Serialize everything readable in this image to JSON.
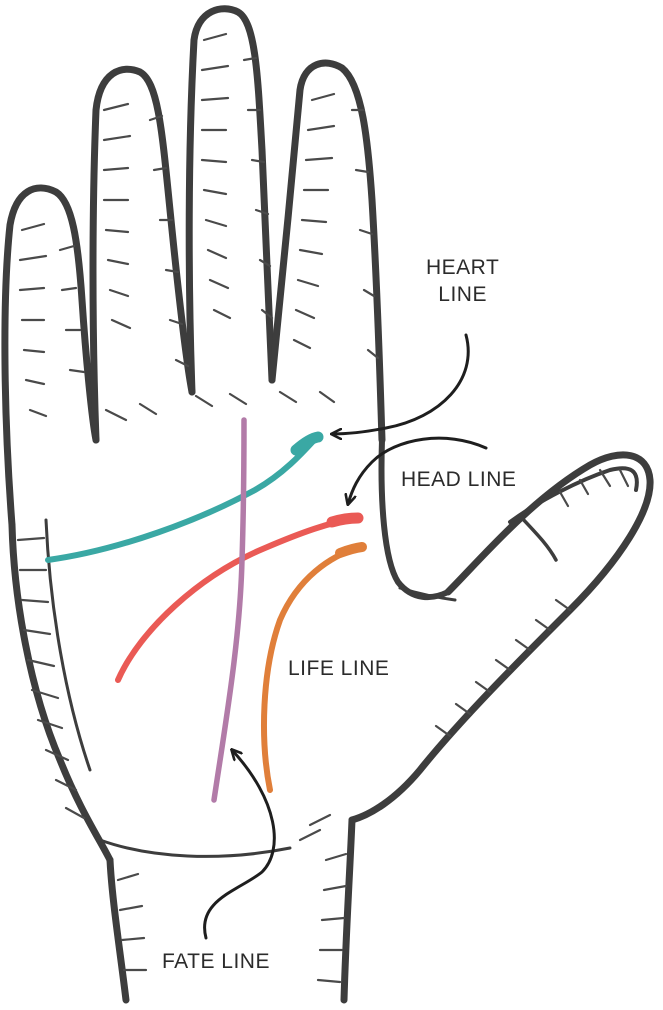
{
  "labels": {
    "heart_line": [
      "HEART",
      "LINE"
    ],
    "head_line": "HEAD LINE",
    "life_line": "LIFE LINE",
    "fate_line": "FATE LINE"
  },
  "colors": {
    "outline": "#3d3d3d",
    "hatching": "#4a4a4a",
    "heart_line": "#3aa8a4",
    "head_line": "#ea5a55",
    "life_line": "#e07f3a",
    "fate_line": "#b27ba8",
    "arrow": "#1e1e1e",
    "text": "#2b2b2b"
  },
  "icons": {
    "hand": "palm-illustration",
    "pointer": "curved-arrow"
  }
}
